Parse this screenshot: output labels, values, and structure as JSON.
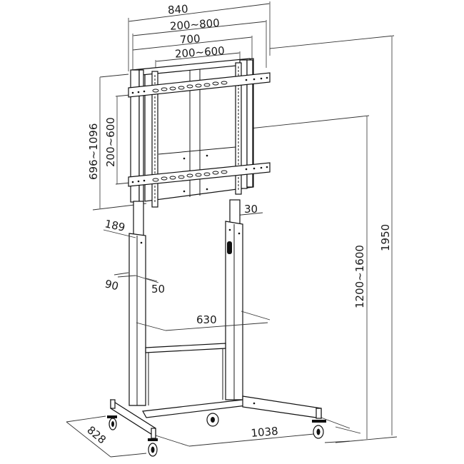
{
  "diagram": {
    "subject": "Mobile TV stand with adjustable VESA mount - dimension drawing",
    "line_color": "#1a1a1a",
    "background": "#ffffff",
    "dimensions": {
      "overall_mount_width": "840",
      "horizontal_bracket_range": "200~800",
      "mount_frame_width": "700",
      "inner_bracket_range": "200~600",
      "mount_height_range": "696~1096",
      "vertical_bracket_range": "200~600",
      "column_offset": "30",
      "column_depth": "189",
      "column_section_width": "90",
      "column_section_depth": "50",
      "shelf_width": "630",
      "center_height_range": "1200~1600",
      "overall_height": "1950",
      "base_width": "1038",
      "base_depth": "828"
    }
  }
}
